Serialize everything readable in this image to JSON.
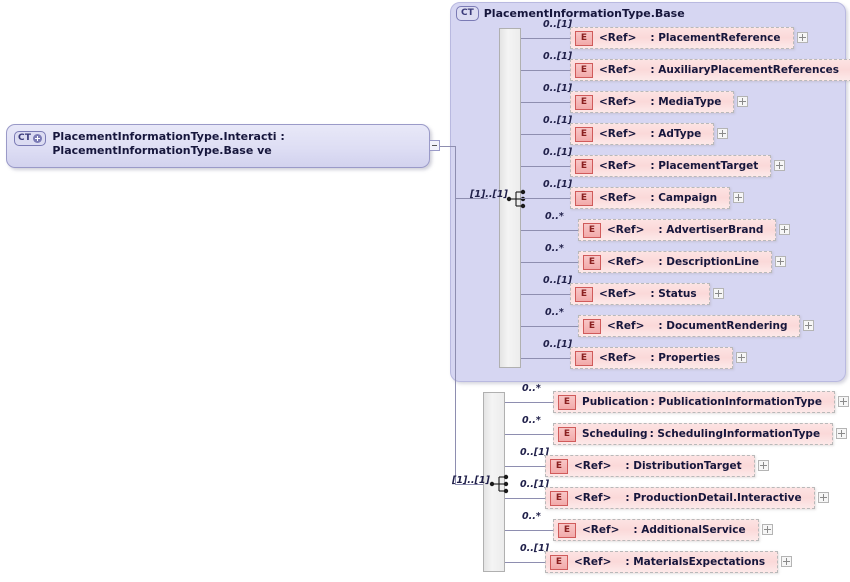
{
  "diagram": {
    "type": "xsd-complextype-diagram",
    "root": {
      "icon": "CT",
      "expander": "minus",
      "label": "PlacementInformationType.Interacti : PlacementInformationType.Base ve",
      "name": "PlacementInformationType.Interactive",
      "type": "PlacementInformationType.Base"
    },
    "base_container": {
      "icon": "CT",
      "title": "PlacementInformationType.Base",
      "compositor": {
        "kind": "sequence",
        "cardinality": "[1]..[1]"
      },
      "elements": [
        {
          "cardinality": "0..[1]",
          "badge": "E",
          "name": "<Ref>",
          "type": ": PlacementReference",
          "expander": "+"
        },
        {
          "cardinality": "0..[1]",
          "badge": "E",
          "name": "<Ref>",
          "type": ": AuxiliaryPlacementReferences",
          "expander": "+"
        },
        {
          "cardinality": "0..[1]",
          "badge": "E",
          "name": "<Ref>",
          "type": ": MediaType",
          "expander": "+"
        },
        {
          "cardinality": "0..[1]",
          "badge": "E",
          "name": "<Ref>",
          "type": ": AdType",
          "expander": "+"
        },
        {
          "cardinality": "0..[1]",
          "badge": "E",
          "name": "<Ref>",
          "type": ": PlacementTarget",
          "expander": "+"
        },
        {
          "cardinality": "0..[1]",
          "badge": "E",
          "name": "<Ref>",
          "type": ": Campaign",
          "expander": "+"
        },
        {
          "cardinality": "0..*",
          "badge": "E",
          "name": "<Ref>",
          "type": ": AdvertiserBrand",
          "expander": "+"
        },
        {
          "cardinality": "0..*",
          "badge": "E",
          "name": "<Ref>",
          "type": ": DescriptionLine",
          "expander": "+"
        },
        {
          "cardinality": "0..[1]",
          "badge": "E",
          "name": "<Ref>",
          "type": ": Status",
          "expander": "+"
        },
        {
          "cardinality": "0..*",
          "badge": "E",
          "name": "<Ref>",
          "type": ": DocumentRendering",
          "expander": "+"
        },
        {
          "cardinality": "0..[1]",
          "badge": "E",
          "name": "<Ref>",
          "type": ": Properties",
          "expander": "+"
        }
      ]
    },
    "extension_group": {
      "compositor": {
        "kind": "sequence",
        "cardinality": "[1]..[1]"
      },
      "elements": [
        {
          "cardinality": "0..*",
          "badge": "E",
          "name": "Publication",
          "type": ": PublicationInformationType",
          "expander": "+"
        },
        {
          "cardinality": "0..*",
          "badge": "E",
          "name": "Scheduling",
          "type": ": SchedulingInformationType",
          "expander": "+"
        },
        {
          "cardinality": "0..[1]",
          "badge": "E",
          "name": "<Ref>",
          "type": ": DistributionTarget",
          "expander": "+"
        },
        {
          "cardinality": "0..[1]",
          "badge": "E",
          "name": "<Ref>",
          "type": ": ProductionDetail.Interactive",
          "expander": "+"
        },
        {
          "cardinality": "0..*",
          "badge": "E",
          "name": "<Ref>",
          "type": ": AdditionalService",
          "expander": "+"
        },
        {
          "cardinality": "0..[1]",
          "badge": "E",
          "name": "<Ref>",
          "type": ": MaterialsExpectations",
          "expander": "+"
        }
      ]
    },
    "colors": {
      "element_fill": "#fbd9d9",
      "container_fill": "#d6d6f2",
      "root_fill": "#dedef4",
      "badge_border": "#d05a5a",
      "line": "#8e8eb0"
    }
  }
}
